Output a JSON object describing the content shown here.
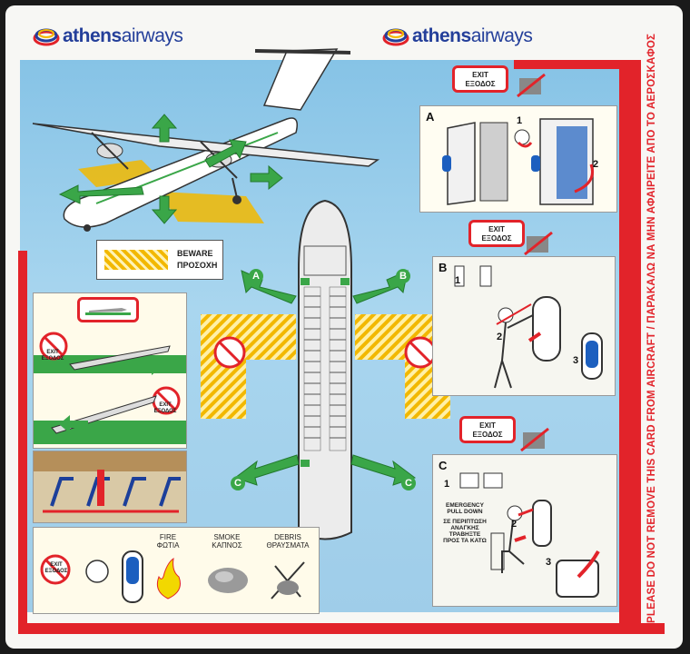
{
  "brand": {
    "name_bold": "athens",
    "name_light": "airways"
  },
  "side_notice": "PLEASE DO NOT REMOVE THIS CARD FROM AIRCRAFT / ΠΑΡΑΚΑΛΩ ΝΑ ΜΗΝ ΑΦΑΙΡΕΙΤΕ ΑΠΟ ΤΟ ΑΕΡΟΣΚΑΦΟΣ",
  "beware": {
    "line1": "BEWARE",
    "line2": "ΠΡΟΣΟΧΗ"
  },
  "exit_label": {
    "en": "EXIT",
    "gr": "ΕΞΟΔΟΣ"
  },
  "exit_letters": {
    "a": "A",
    "b": "B",
    "c": "C"
  },
  "step_numbers": {
    "one": "1",
    "two": "2",
    "three": "3"
  },
  "emergency": {
    "en1": "EMERGENCY",
    "en2": "PULL DOWN",
    "gr1": "ΣΕ ΠΕΡΙΠΤΩΣΗ",
    "gr2": "ΑΝΑΓΚΗΣ",
    "gr3": "ΤΡΑΒΗΞΤΕ",
    "gr4": "ΠΡΟΣ ΤΑ ΚΑΤΩ"
  },
  "hazards": {
    "fire_en": "FIRE",
    "fire_gr": "ΦΩΤΙΑ",
    "smoke_en": "SMOKE",
    "smoke_gr": "ΚΑΠΝΟΣ",
    "debris_en": "DEBRIS",
    "debris_gr": "ΘΡΑΥΣΜΑΤΑ"
  },
  "colors": {
    "brand_blue": "#243f9a",
    "warning_red": "#e2232a",
    "escape_green": "#3aa648",
    "hazard_yellow": "#f2b800",
    "sky_blue": "#9fcde9"
  }
}
